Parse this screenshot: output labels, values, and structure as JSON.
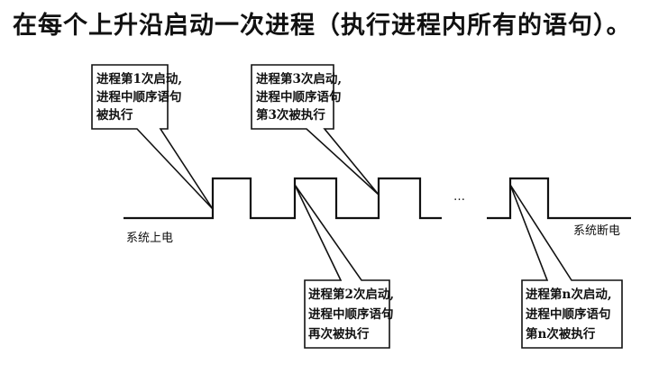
{
  "heading": "在每个上升沿启动一次进程（执行进程内所有的语句）。",
  "labels": {
    "power_on": "系统上电",
    "power_off": "系统断电",
    "ellipsis": "…"
  },
  "callouts": [
    {
      "lines": [
        "进程第1次启动,",
        "进程中顺序语句",
        "被执行"
      ]
    },
    {
      "lines": [
        "进程第3次启动,",
        "进程中顺序语句",
        "第3次被执行"
      ]
    },
    {
      "lines": [
        "进程第2次启动,",
        "进程中顺序语句",
        "再次被执行"
      ]
    },
    {
      "lines": [
        "进程第n次启动,",
        "进程中顺序语句",
        "第n次被执行"
      ]
    }
  ]
}
